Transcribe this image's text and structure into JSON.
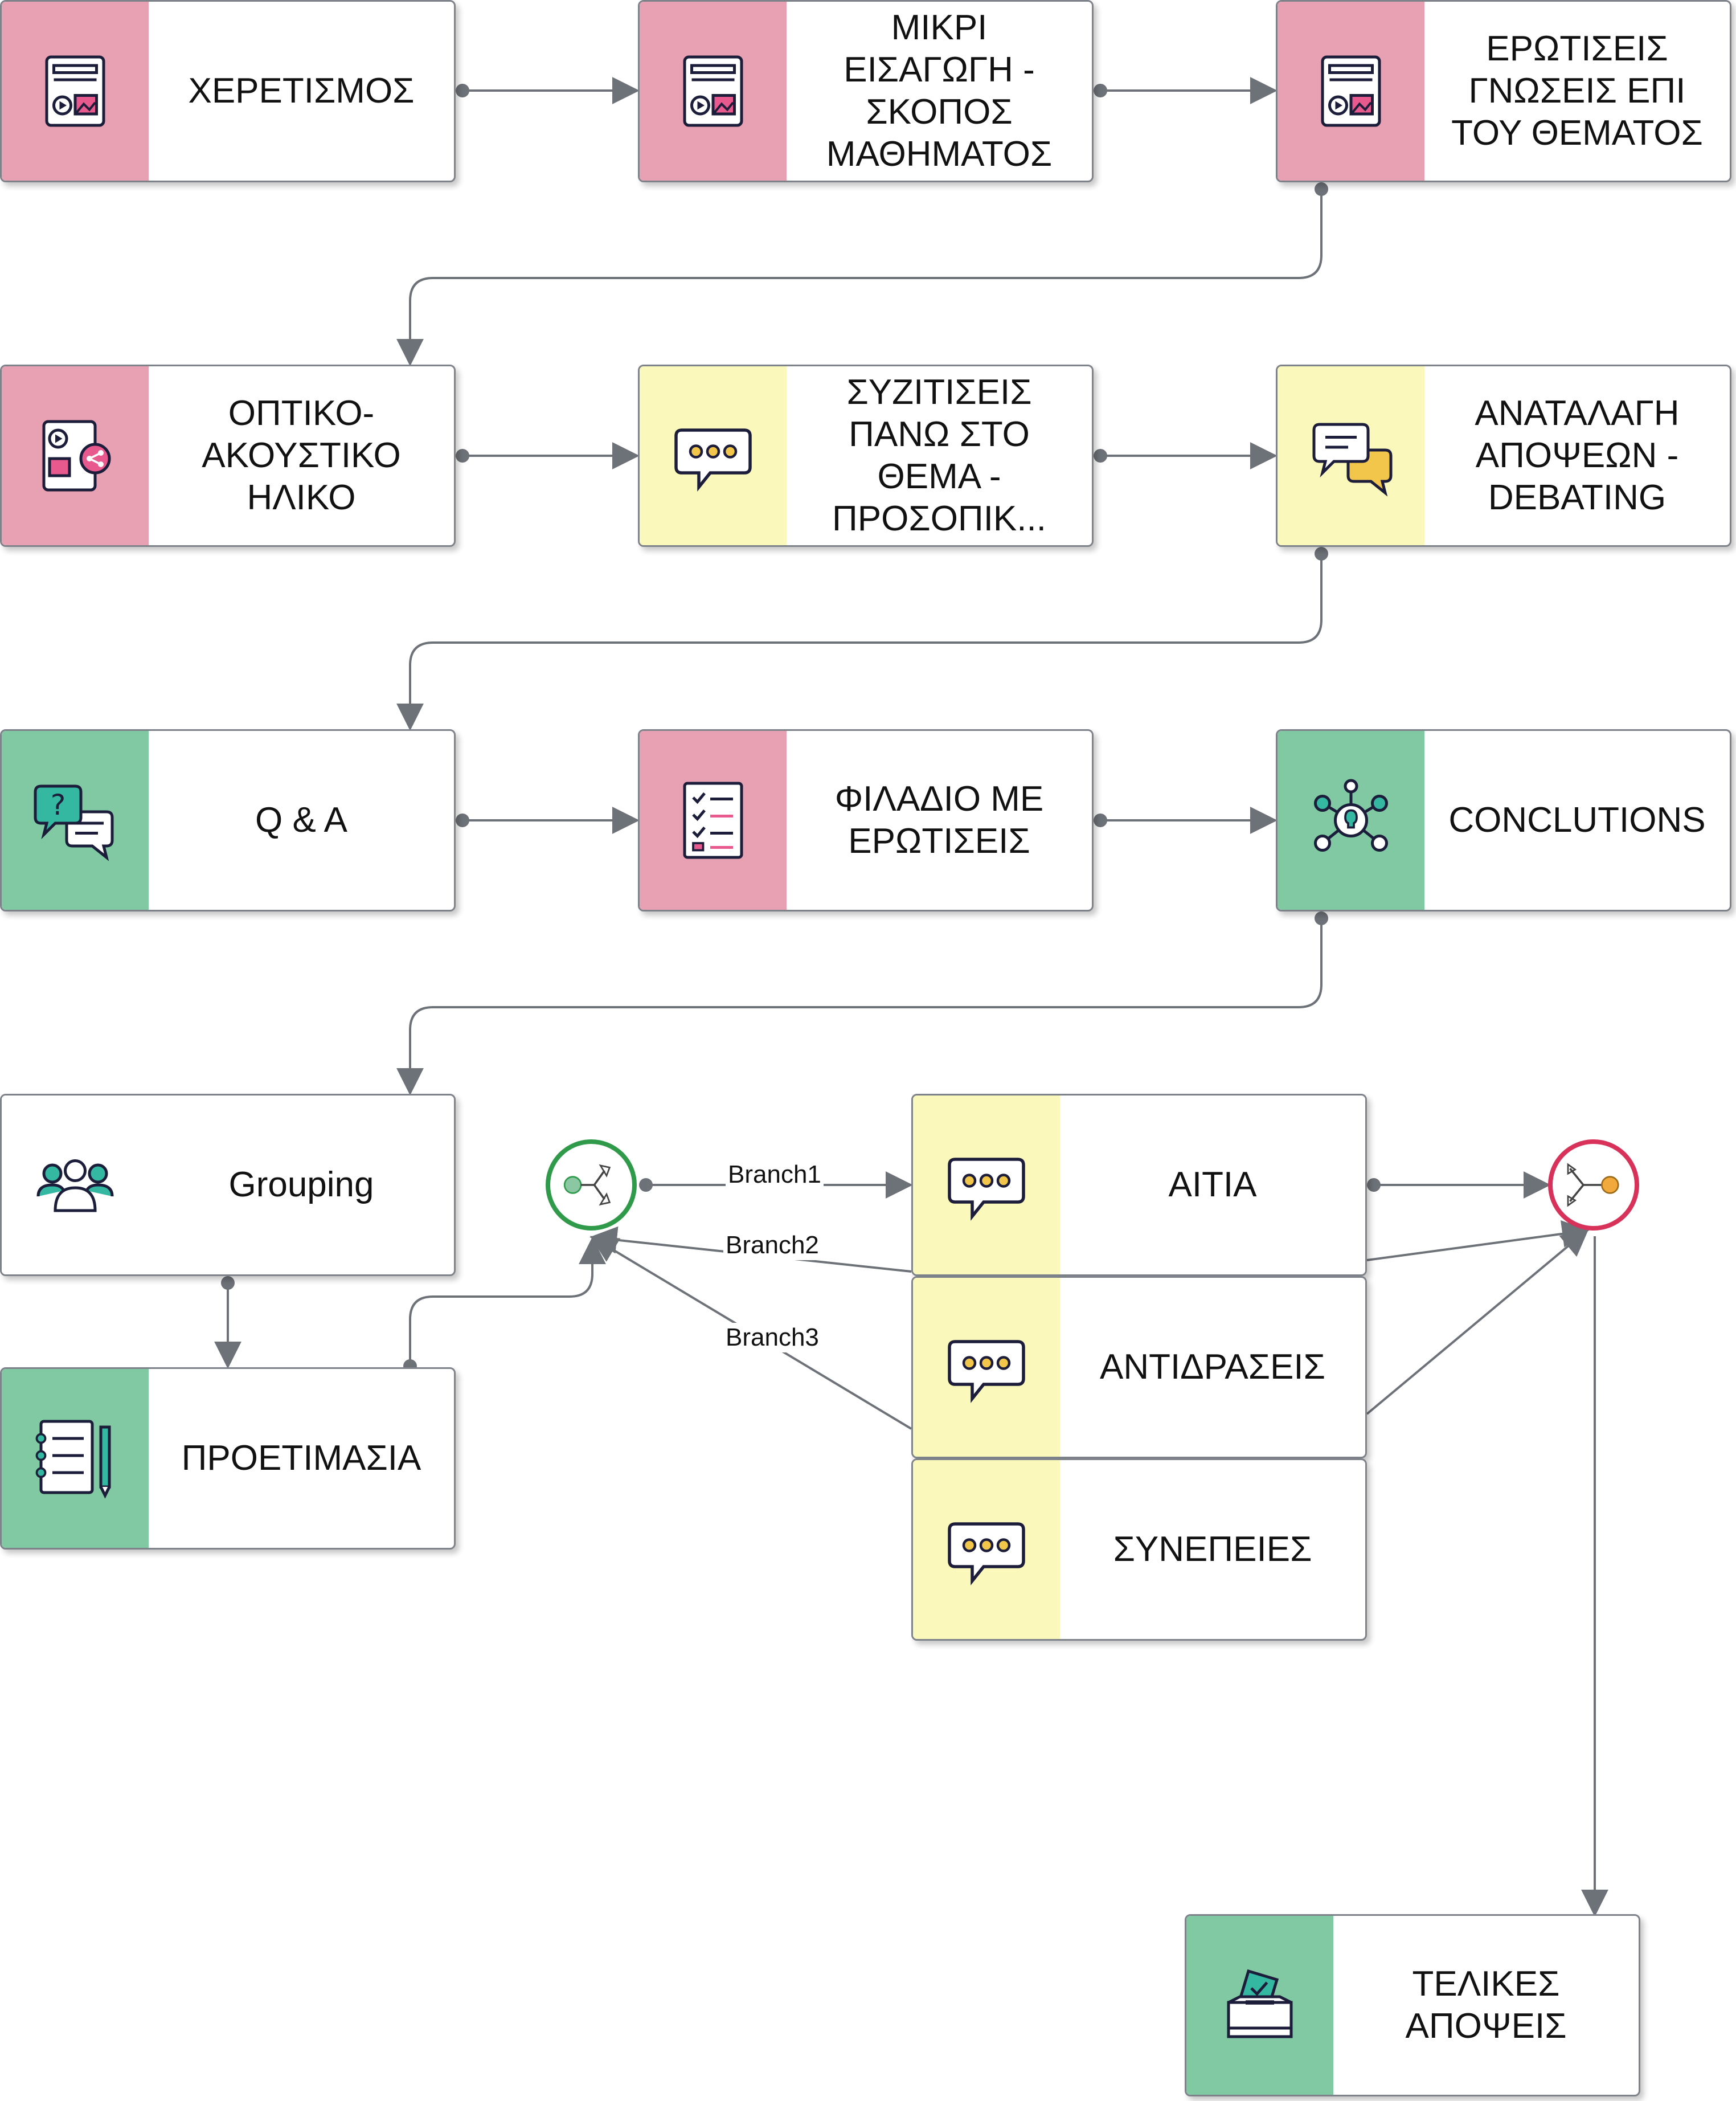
{
  "nodes": {
    "n1": {
      "label": "ΧΕΡΕΤΙΣΜΟΣ"
    },
    "n2": {
      "label": "ΜΙΚΡΙ\nΕΙΣΑΓΩΓΗ -\nΣΚΟΠΟΣ\nΜΑΘΗΜΑΤΟΣ"
    },
    "n3": {
      "label": "ΕΡΩΤΙΣΕΙΣ\nΓΝΩΣΕΙΣ ΕΠΙ\nΤΟΥ ΘΕΜΑΤΟΣ"
    },
    "n4": {
      "label": "ΟΠΤΙΚΟ-\nΑΚΟΥΣΤΙΚΟ\nΗΛΙΚΟ"
    },
    "n5": {
      "label": "ΣΥΖΙΤΙΣΕΙΣ\nΠΑΝΩ ΣΤΟ\nΘΕΜΑ -\nΠΡΟΣΟΠΙΚ..."
    },
    "n6": {
      "label": "ΑΝΑΤΑΛΑΓΗ\nΑΠΟΨΕΩΝ -\nDEBATING"
    },
    "n7": {
      "label": "Q & A"
    },
    "n8": {
      "label": "ΦΙΛΑΔΙΟ ΜΕ\nΕΡΩΤΙΣΕΙΣ"
    },
    "n9": {
      "label": "CONCLUTIONS"
    },
    "n10": {
      "label": "Grouping"
    },
    "n11": {
      "label": "ΠΡΟΕΤΙΜΑΣΙΑ"
    },
    "n12": {
      "label": "ΑΙΤΙΑ"
    },
    "n13": {
      "label": "ΑΝΤΙΔΡΑΣΕΙΣ"
    },
    "n14": {
      "label": "ΣΥΝΕΠΕΙΕΣ"
    },
    "n15": {
      "label": "ΤΕΛΙΚΕΣ\nΑΠΟΨΕΙΣ"
    }
  },
  "edge_labels": {
    "branch1": "Branch1",
    "branch2": "Branch2",
    "branch3": "Branch3"
  },
  "colors": {
    "pink": "#e8a0b3",
    "yellow": "#fbf8bb",
    "green": "#81c9a3",
    "connector": "#6d7278",
    "split_gateway": "#2e9a4a",
    "merge_gateway": "#d8325a"
  },
  "icons": {
    "media": "media-document-icon",
    "media_share": "media-share-icon",
    "chat": "speech-bubble-icon",
    "debate": "two-speech-bubbles-icon",
    "qa": "question-answer-icon",
    "checklist": "checklist-icon",
    "idea_network": "lightbulb-network-icon",
    "group": "people-group-icon",
    "notebook": "notebook-pencil-icon",
    "ballot": "ballot-box-icon"
  }
}
